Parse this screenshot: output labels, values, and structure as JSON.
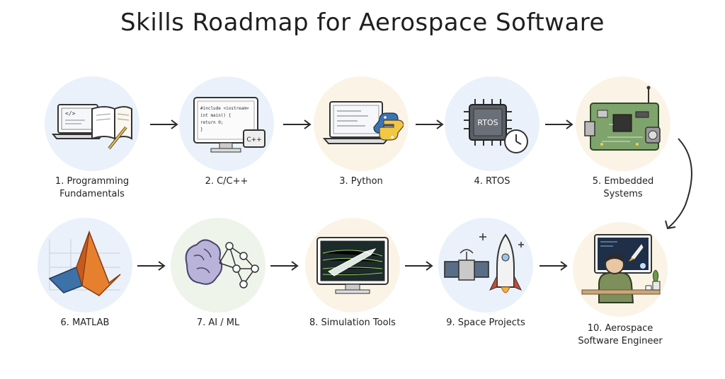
{
  "title": "Skills Roadmap for Aerospace Software",
  "steps": [
    {
      "label": "1. Programming\nFundamentals",
      "icon": "laptop-book-icon"
    },
    {
      "label": "2. C/C++",
      "icon": "monitor-cpp-icon",
      "code": [
        "#include <iostream>",
        "int main() {",
        "  return 0;",
        "}"
      ],
      "badge": "C++"
    },
    {
      "label": "3. Python",
      "icon": "laptop-python-icon"
    },
    {
      "label": "4. RTOS",
      "icon": "chip-clock-icon",
      "chip_text": "RTOS"
    },
    {
      "label": "5. Embedded\nSystems",
      "icon": "circuit-board-icon"
    },
    {
      "label": "6. MATLAB",
      "icon": "matlab-surface-icon"
    },
    {
      "label": "7. AI / ML",
      "icon": "brain-network-icon"
    },
    {
      "label": "8. Simulation Tools",
      "icon": "monitor-rocket-sim-icon"
    },
    {
      "label": "9. Space Projects",
      "icon": "satellite-rocket-icon"
    },
    {
      "label": "10. Aerospace\nSoftware Engineer",
      "icon": "engineer-at-desk-icon"
    }
  ],
  "colors": {
    "circle_blue": "#eaf1fa",
    "circle_cream": "#fbf4e6",
    "circle_green": "#eef4ea",
    "arrow": "#2a2a2a"
  }
}
